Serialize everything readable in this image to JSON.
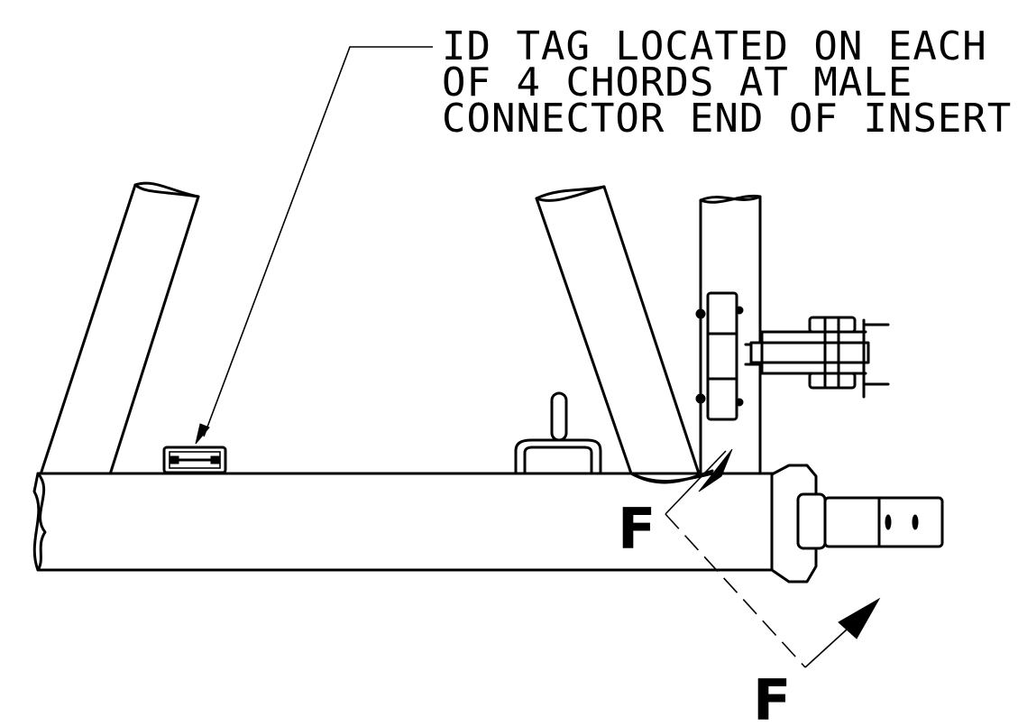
{
  "note": {
    "lines": [
      "ID TAG LOCATED ON EACH",
      "OF 4 CHORDS AT MALE",
      "CONNECTOR END OF INSERT"
    ]
  },
  "section_markers": {
    "upper_label": "F",
    "lower_label": "F"
  }
}
